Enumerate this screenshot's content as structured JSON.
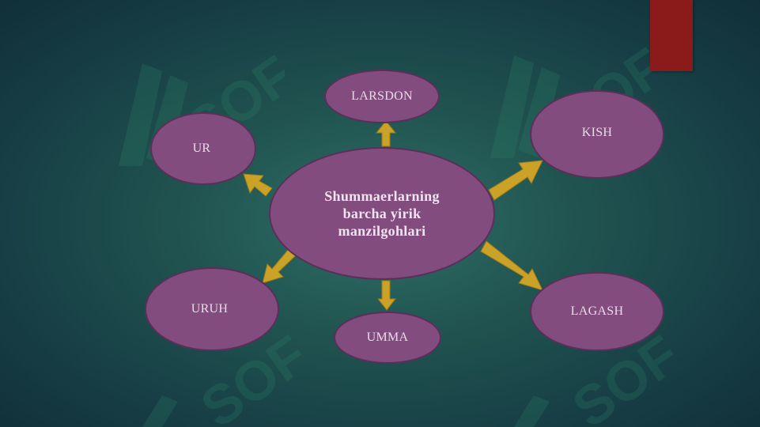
{
  "colors": {
    "node_fill": "#834c7f",
    "node_border": "#5a2f58",
    "arrow": "#c9a227",
    "accent_bar": "#8b1a1a",
    "watermark": "#2e8a6c"
  },
  "icons": {
    "watermark": "sof-logo-watermark-icon",
    "arrow": "arrow-icon"
  },
  "diagram": {
    "center_label": "Shummaerlarning barcha yirik manzilgohlari",
    "nodes": {
      "larsdon": "LARSDON",
      "ur": "UR",
      "kish": "KISH",
      "uruh": "URUH",
      "umma": "UMMA",
      "lagash": "LAGASH"
    }
  }
}
